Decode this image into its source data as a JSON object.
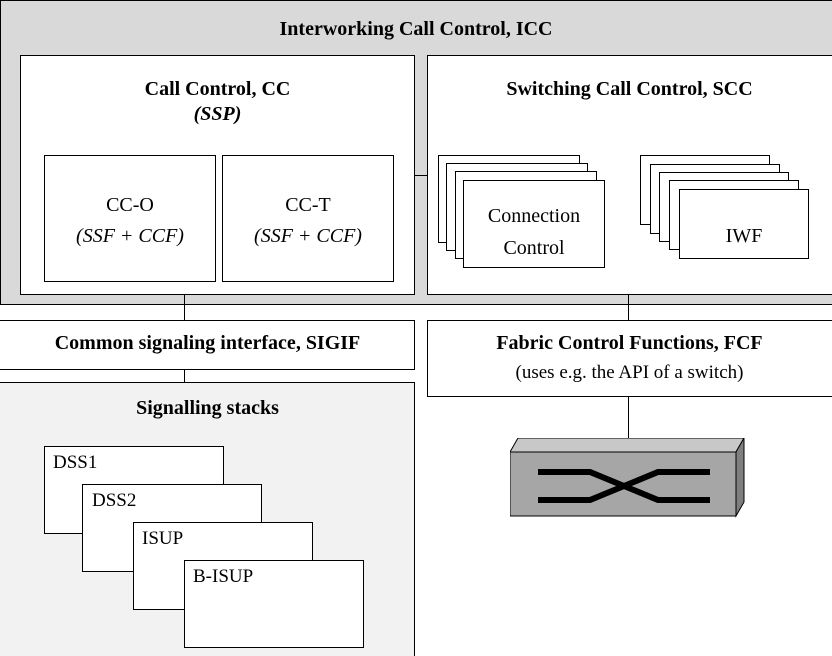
{
  "icc": {
    "title": "Interworking Call Control, ICC"
  },
  "cc": {
    "title": "Call Control, CC",
    "subtitle": "(SSP)",
    "cco": {
      "name": "CC-O",
      "funcs": "(SSF + CCF)"
    },
    "cct": {
      "name": "CC-T",
      "funcs": "(SSF + CCF)"
    }
  },
  "scc": {
    "title": "Switching Call Control, SCC",
    "connection_line1": "Connection",
    "connection_line2": "Control",
    "iwf": "IWF"
  },
  "sigif": {
    "title": "Common signaling interface, SIGIF"
  },
  "fcf": {
    "title": "Fabric Control Functions, FCF",
    "subtitle": "(uses e.g. the API of  a switch)"
  },
  "stacks": {
    "title": "Signalling stacks",
    "items": [
      "DSS1",
      "DSS2",
      "ISUP",
      "B-ISUP"
    ]
  },
  "colors": {
    "icc_bg": "#d9d9d9",
    "stack_bg": "#f2f2f2",
    "switch_face": "#a6a6a6"
  }
}
